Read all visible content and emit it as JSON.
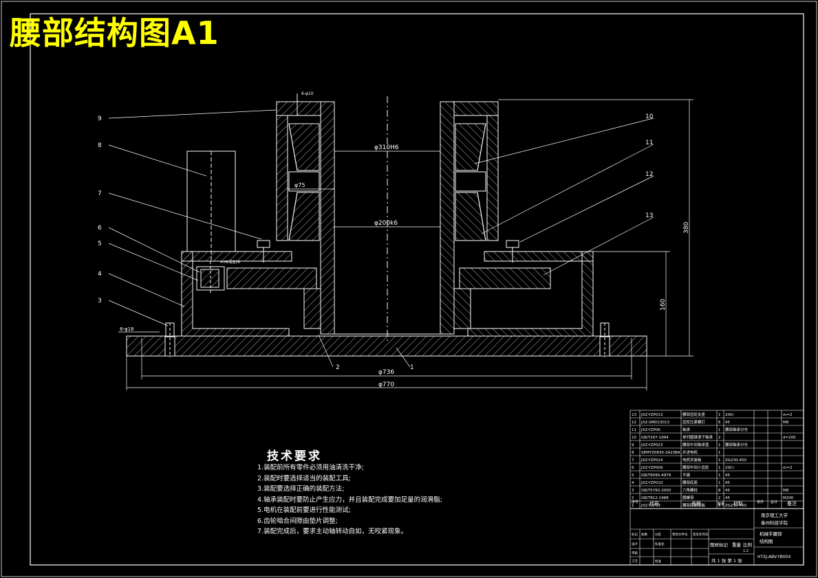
{
  "title": "腰部结构图A1",
  "leaders": [
    "9",
    "8",
    "7",
    "6",
    "5",
    "4",
    "3",
    "2",
    "1",
    "10",
    "11",
    "12",
    "13"
  ],
  "dimensions": {
    "d_top": "6-φ10",
    "d_310": "φ310H6",
    "d_75": "φ75",
    "d_200": "φ200k6",
    "d_screw": "4-M8深度26",
    "d_bolt": "8-φ18",
    "d_736": "φ736",
    "d_770": "φ770",
    "h_380": "380",
    "h_160": "160"
  },
  "tech": {
    "title": "技术要求",
    "items": [
      "1.装配前所有零件必须用油清洗干净;",
      "2.装配时要选择适当的装配工具;",
      "3.装配要选择正确的装配方法;",
      "4.轴承装配时要防止产生应力，并且装配完成要加足量的润滑脂;",
      "5.电机在装配前要进行性能测试;",
      "6.齿轮啮合间隙由垫片调整;",
      "7.装配完成后，要求主动轴转动自如，无咬紧现象。"
    ]
  },
  "bom": [
    [
      "13",
      "JXZ-YZP013",
      "腰部齿轮支座",
      "1",
      "200r",
      "",
      "m=2"
    ],
    [
      "12",
      "JXZ-SMD13013",
      "齿轮压紧螺钉",
      "6",
      "45",
      "",
      "M8"
    ],
    [
      "11",
      "JXZ-YZP06",
      "轴承",
      "1",
      "腰部轴承分仓",
      "",
      ""
    ],
    [
      "10",
      "GB/T297-1994",
      "单列圆锥滚子轴承",
      "2",
      "",
      "",
      "d=200"
    ],
    [
      "9",
      "JXZ-YZP023",
      "腰部中间轴承盖",
      "1",
      "腰部轴承分仓",
      "",
      ""
    ],
    [
      "8",
      "SEMYZ0830-2A23BA",
      "步进电机",
      "1",
      "",
      "",
      ""
    ],
    [
      "7",
      "JXZ-YZP024",
      "电机安装板",
      "1",
      "ZG230-450",
      "",
      ""
    ],
    [
      "6",
      "JXZ-YZP009",
      "腰部中间小齿轮",
      "1",
      "20Cr",
      "",
      "m=2"
    ],
    [
      "5",
      "GB/T6095-4979",
      "平键",
      "1",
      "45",
      "",
      ""
    ],
    [
      "4",
      "JXZ-YZP010",
      "腰部底座",
      "1",
      "45",
      "",
      ""
    ],
    [
      "3",
      "GB/T5782-2000",
      "六角螺栓",
      "8",
      "45",
      "",
      "M8"
    ],
    [
      "2",
      "GB/T812-1988",
      "圆螺母",
      "2",
      "45",
      "",
      "M200"
    ],
    [
      "1",
      "JXZ-YZP03",
      "腰部底座底板",
      "1",
      "ZG230-450",
      "",
      ""
    ]
  ],
  "bom_header": [
    "序号",
    "代号",
    "名称",
    "数量",
    "材料",
    "单件",
    "总计",
    "备注"
  ],
  "title_block": {
    "school_1": "南京理工大学",
    "school_2": "泰州科技学院",
    "drawing_name_1": "机械手腰部",
    "drawing_name_2": "结构图",
    "drawing_no": "HTXJ-ABV-YB004",
    "stage_label": "图样标记",
    "weight_label": "重量",
    "scale_label": "比例",
    "scale_value": "1:2",
    "sheet_info": "共 1 张  第 1 张",
    "rows": [
      "标记",
      "处数",
      "分区",
      "更改文件号",
      "签名",
      "年月日",
      "设计",
      "标准化",
      "审核",
      "工艺",
      "批准"
    ]
  }
}
